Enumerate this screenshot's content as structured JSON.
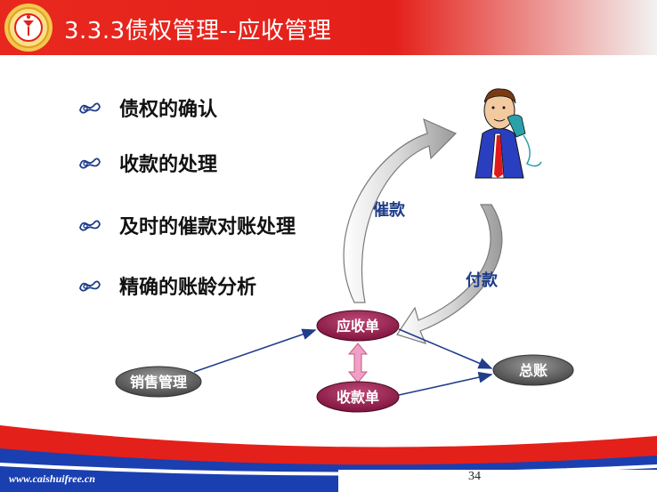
{
  "slide": {
    "title": "3.3.3债权管理--应收管理",
    "bullets": [
      {
        "text": "债权的确认"
      },
      {
        "text": "收款的处理"
      },
      {
        "text": "及时的催款对账处理"
      },
      {
        "text": "精确的账龄分析"
      }
    ],
    "bullet_icon": "scroll-icon"
  },
  "diagram": {
    "nodes": {
      "sales": "销售管理",
      "receivable": "应收单",
      "collection": "收款单",
      "ledger": "总账"
    },
    "flows": {
      "dunning": "催款",
      "payment": "付款"
    },
    "colors": {
      "node_maroon": "#8b1a45",
      "node_gray": "#5a5a5a",
      "flow_text": "#1f3d8a",
      "connector": "#1f3d8a",
      "double_arrow": "#f0a0c8"
    }
  },
  "footer": {
    "url": "www.caishuifree.cn",
    "page": "34"
  }
}
